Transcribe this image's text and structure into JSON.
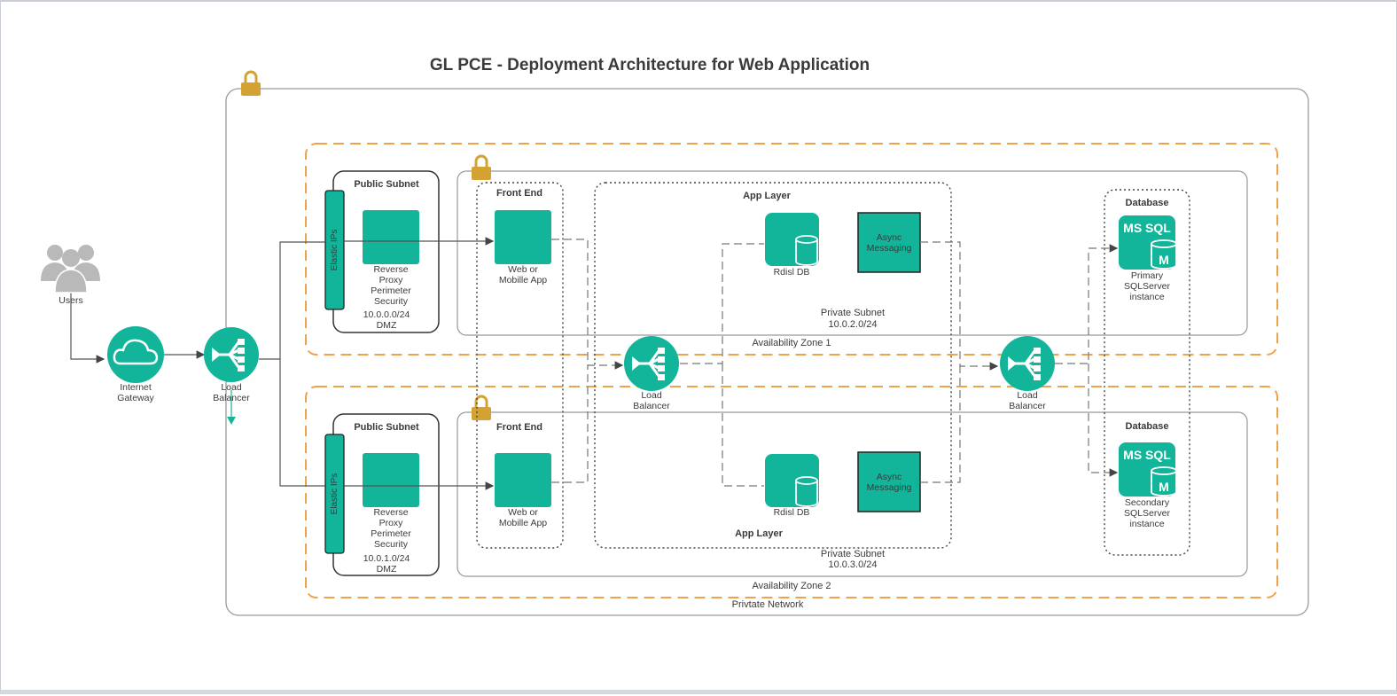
{
  "title": "GL PCE - Deployment Architecture for Web Application",
  "users": {
    "label": "Users"
  },
  "internet_gateway": {
    "line1": "Internet",
    "line2": "Gateway"
  },
  "outer_load_balancer": {
    "line1": "Load",
    "line2": "Balancer"
  },
  "private_network": {
    "label": "Privtate Network"
  },
  "zone1": {
    "label": "Availability Zone 1",
    "public_subnet": {
      "title": "Public Subnet",
      "elastic": "Elastic IPs",
      "proxy": [
        "Reverse",
        "Proxy",
        "Perimeter",
        "Security"
      ],
      "cidr": "10.0.0.0/24",
      "dmz": "DMZ"
    },
    "front_end": {
      "title": "Front End",
      "app": [
        "Web or",
        "Mobille App"
      ]
    },
    "app_layer": {
      "title": "App Layer",
      "db": "Rdisl DB",
      "async": [
        "Async",
        "Messaging"
      ]
    },
    "private_subnet": {
      "label": "Private Subnet",
      "cidr": "10.0.2.0/24"
    },
    "database": {
      "title": "Database",
      "mssql": "MS SQL",
      "m": "M",
      "instance": [
        "Primary",
        "SQLServer",
        "instance"
      ]
    }
  },
  "zone2": {
    "label": "Availability Zone 2",
    "public_subnet": {
      "title": "Public Subnet",
      "elastic": "Elastic IPs",
      "proxy": [
        "Reverse",
        "Proxy",
        "Perimeter",
        "Security"
      ],
      "cidr": "10.0.1.0/24",
      "dmz": "DMZ"
    },
    "front_end": {
      "title": "Front End",
      "app": [
        "Web or",
        "Mobille App"
      ]
    },
    "app_layer": {
      "title": "App Layer",
      "db": "Rdisl DB",
      "async": [
        "Async",
        "Messaging"
      ]
    },
    "private_subnet": {
      "label": "Private Subnet",
      "cidr": "10.0.3.0/24"
    },
    "database": {
      "title": "Database",
      "mssql": "MS SQL",
      "m": "M",
      "instance": [
        "Secondary",
        "SQLServer",
        "instance"
      ]
    }
  },
  "app_load_balancer": {
    "line1": "Load",
    "line2": "Balancer"
  },
  "db_load_balancer": {
    "line1": "Load",
    "line2": "Balancer"
  },
  "colors": {
    "teal": "#13b59a",
    "zone_dash": "#f0a24a",
    "lock": "#d4a233",
    "line": "#555555"
  }
}
